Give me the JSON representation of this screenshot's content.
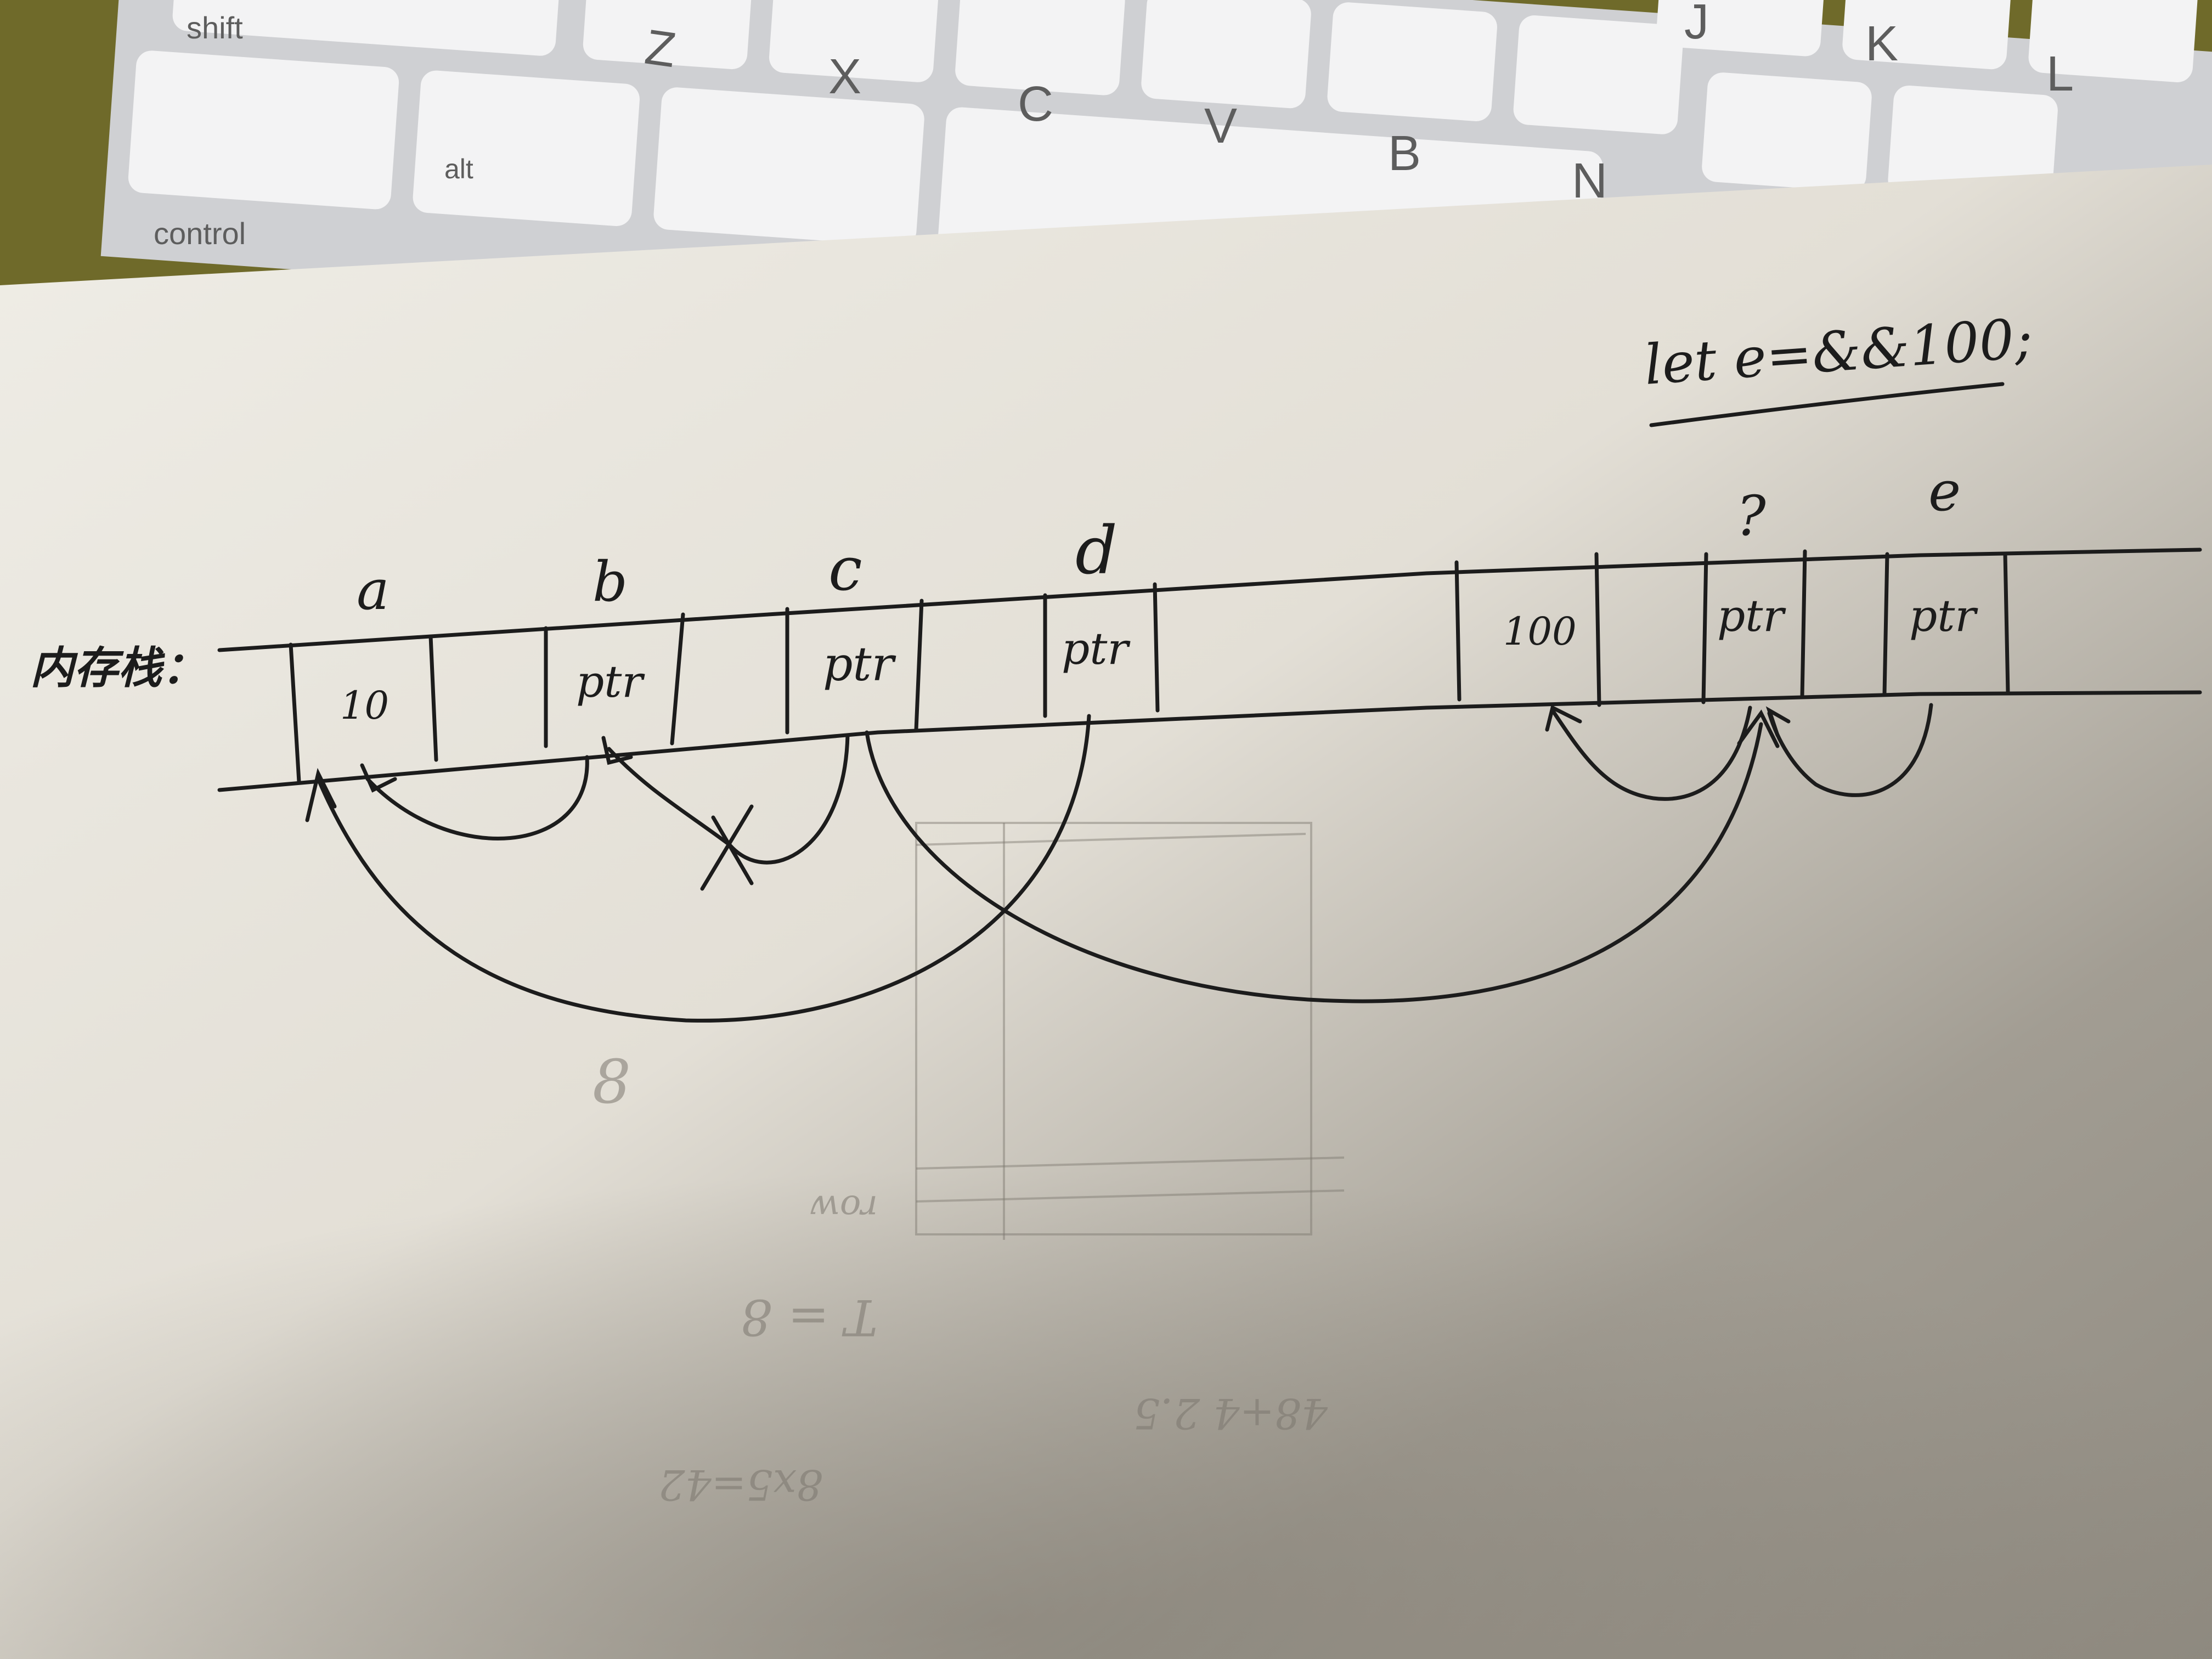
{
  "keyboard": {
    "keys": [
      "shift",
      "Z",
      "X",
      "C",
      "V",
      "B",
      "N",
      "J",
      "K",
      "L",
      "alt",
      "control"
    ]
  },
  "sketch": {
    "title": "let e=&&100;",
    "row_label": "内存栈：",
    "var_labels": {
      "a": "a",
      "b": "b",
      "c": "c",
      "d": "d",
      "unknown": "?",
      "e": "e"
    },
    "cells": {
      "a": "10",
      "b": "ptr",
      "c": "ptr",
      "d": "ptr",
      "hundred": "100",
      "unknown": "ptr",
      "e": "ptr"
    },
    "crossed_mark": "X"
  },
  "faint_notes": {
    "note1": "8",
    "note2": "row",
    "note3": "T = 8",
    "note4": "48+4 2.5",
    "note5": "8x5=42"
  },
  "colors": {
    "paper": "#ebe8e0",
    "ink": "#1c1c1c",
    "keyboard_body": "#cfd0d3",
    "key": "#f3f3f4",
    "background_fabric": "#6f6a2a"
  }
}
